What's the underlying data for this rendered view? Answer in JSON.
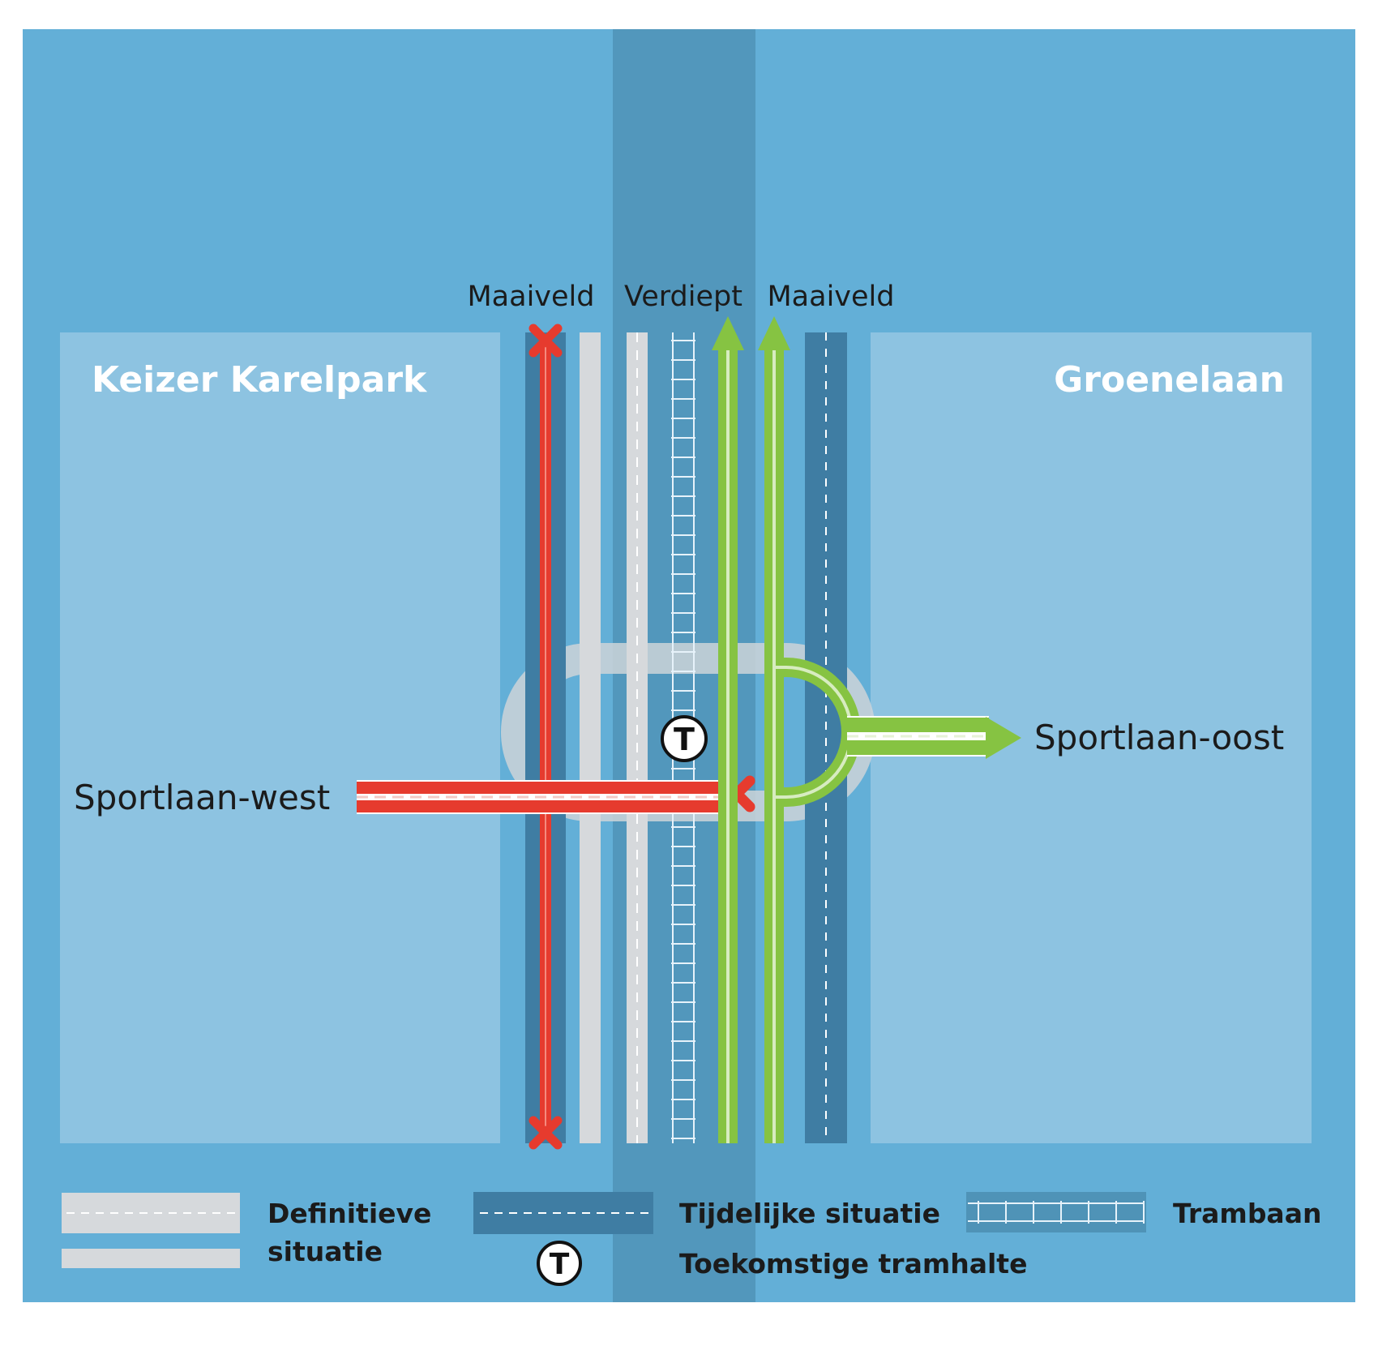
{
  "areas": {
    "west": "Keizer Karelpark",
    "east": "Groenelaan"
  },
  "levels": {
    "left": "Maaiveld",
    "center": "Verdiept",
    "right": "Maaiveld"
  },
  "roads": {
    "west": "Sportlaan-west",
    "east": "Sportlaan-oost"
  },
  "stop_symbol": "T",
  "legend": {
    "definitive_line1": "Definitieve",
    "definitive_line2": "situatie",
    "temporary": "Tijdelijke situatie",
    "tram": "Trambaan",
    "future_stop": "Toekomstige tramhalte"
  },
  "colors": {
    "background": "#63afd7",
    "panel": "#8dc3e1",
    "deep_band": "#4f93b7",
    "temporary_road": "#3f7da3",
    "definitive_road": "#d6d9dc",
    "closed_route": "#e63b2e",
    "open_route": "#86c342"
  },
  "icons": {
    "closed_marker": "red-x-icon",
    "direction_arrow": "green-arrow-icon",
    "tram_stop": "tram-stop-icon"
  }
}
